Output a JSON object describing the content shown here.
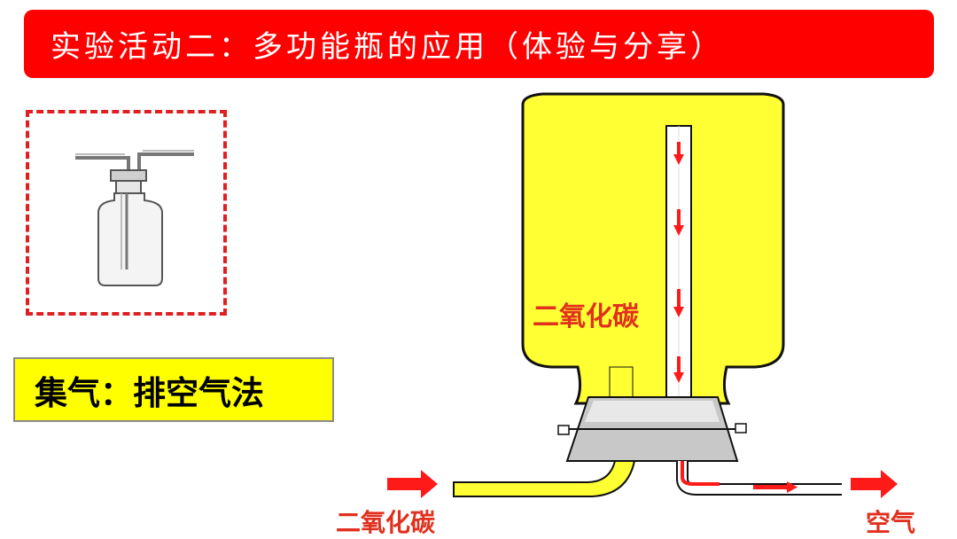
{
  "title": "实验活动二：多功能瓶的应用（体验与分享）",
  "method_label": "集气：排空气法",
  "labels": {
    "gas_inside": "二氧化碳",
    "gas_inlet": "二氧化碳",
    "gas_outlet": "空气"
  },
  "colors": {
    "title_bg": "#ff0000",
    "highlight": "#ffff00",
    "gas_fill": "#ffff33",
    "arrow": "#ff1a1a",
    "label_text": "#e0301e"
  },
  "icons": [
    "gas-washing-bottle-icon",
    "flow-arrow-icon"
  ]
}
